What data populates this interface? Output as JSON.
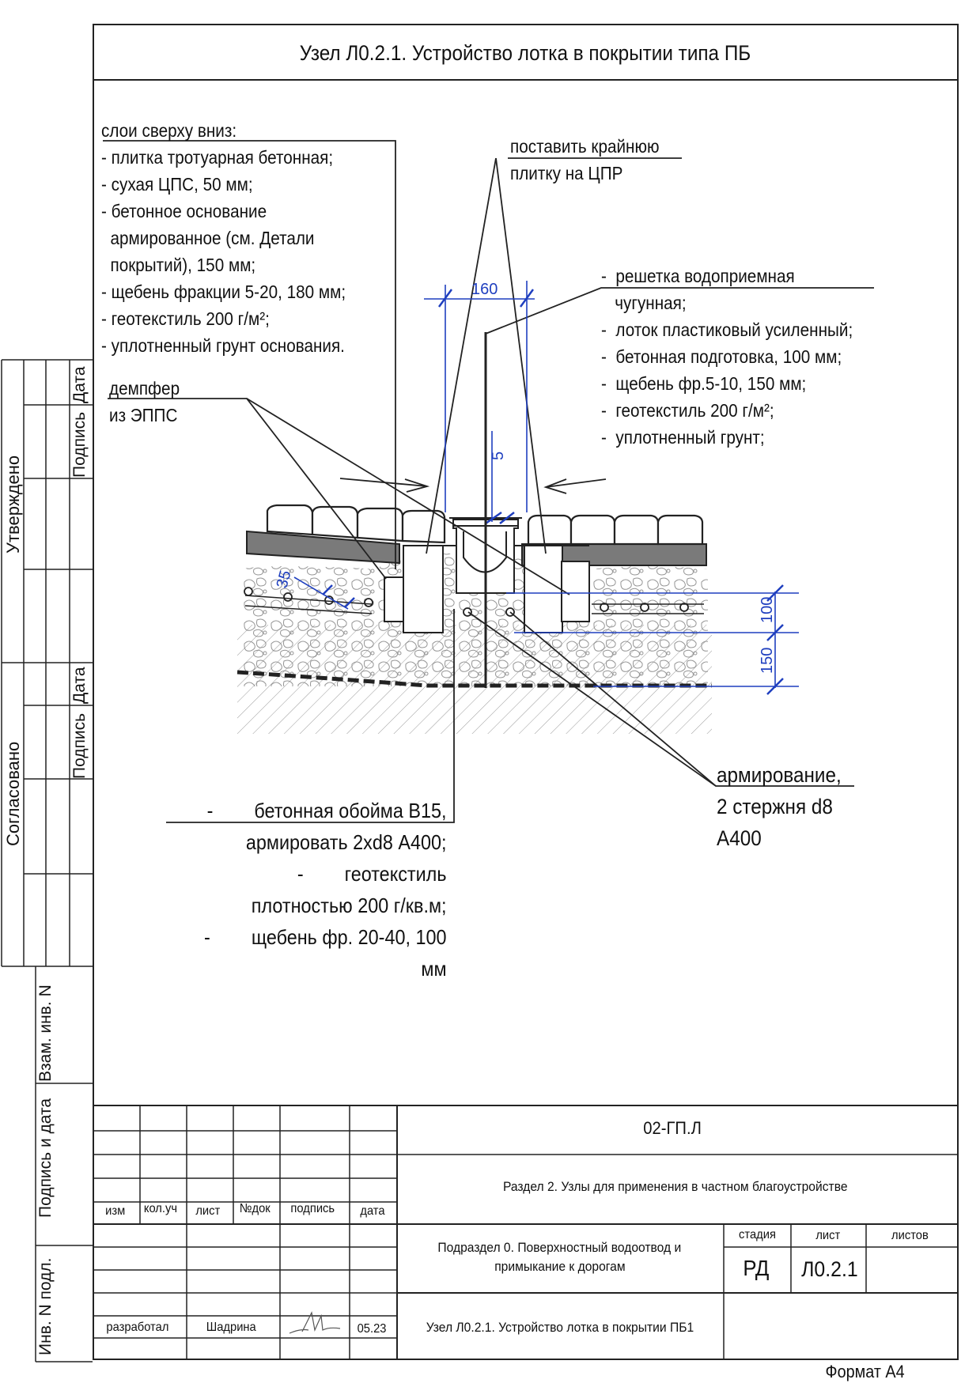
{
  "title": "Узел Л0.2.1. Устройство лотка в покрытии типа ПБ",
  "notes": {
    "layers_left": [
      "слои сверху вниз:",
      "- плитка тротуарная бетонная;",
      "- сухая ЦПС, 50 мм;",
      "- бетонное основание",
      "  армированное (см. Детали",
      "  покрытий), 150 мм;",
      "- щебень фракции 5-20, 180 мм;",
      "- геотекстиль 200 г/м²;",
      "- уплотненный грунт основания."
    ],
    "tile_note": [
      "поставить крайнюю",
      "плитку на ЦПР"
    ],
    "layers_right": [
      "-  решетка водоприемная",
      "   чугунная;",
      "-  лоток пластиковый усиленный;",
      "-  бетонная подготовка, 100 мм;",
      "-  щебень фр.5-10, 150 мм;",
      "-  геотекстиль 200 г/м²;",
      "-  уплотненный грунт;"
    ],
    "damper": [
      "демпфер",
      "из ЭППС"
    ],
    "reinforcement": [
      "армирование,",
      "2 стержня d8",
      "А400"
    ],
    "concrete": [
      "-        бетонная обойма В15,",
      "армировать 2хd8 А400;",
      "-        геотекстиль",
      "плотностью 200 г/кв.м;",
      "-        щебень фр. 20-40, 100",
      "мм"
    ]
  },
  "dimensions": {
    "width_top": "160",
    "gap": "5",
    "slab": "35",
    "prep": "100",
    "gravel": "150"
  },
  "side_stamp": {
    "approved": "Утверждено",
    "agreed": "Согласовано",
    "signature": "Подпись",
    "date": "Дата",
    "inv_replace": "Взам. инв. N",
    "sign_date": "Подпись и дата",
    "inv_orig": "Инв. N подл."
  },
  "title_block": {
    "code": "02-ГП.Л",
    "section": "Раздел 2. Узлы для применения в частном благоустройстве",
    "subsection": [
      "Подраздел 0. Поверхностный водоотвод и",
      "примыкание к дорогам"
    ],
    "sheet_title": "Узел Л0.2.1. Устройство лотка в покрытии ПБ1",
    "headers": [
      "изм",
      "кол.уч",
      "лист",
      "№док",
      "подпись",
      "дата"
    ],
    "stage_label": "стадия",
    "sheet_label": "лист",
    "sheets_label": "листов",
    "stage": "РД",
    "sheet": "Л0.2.1",
    "role": "разработал",
    "person": "Шадрина",
    "date": "05.23"
  },
  "format": "Формат А4",
  "colors": {
    "ink": "#222222",
    "dimension": "#1f3fbf",
    "surface": "#7a7a7a"
  }
}
